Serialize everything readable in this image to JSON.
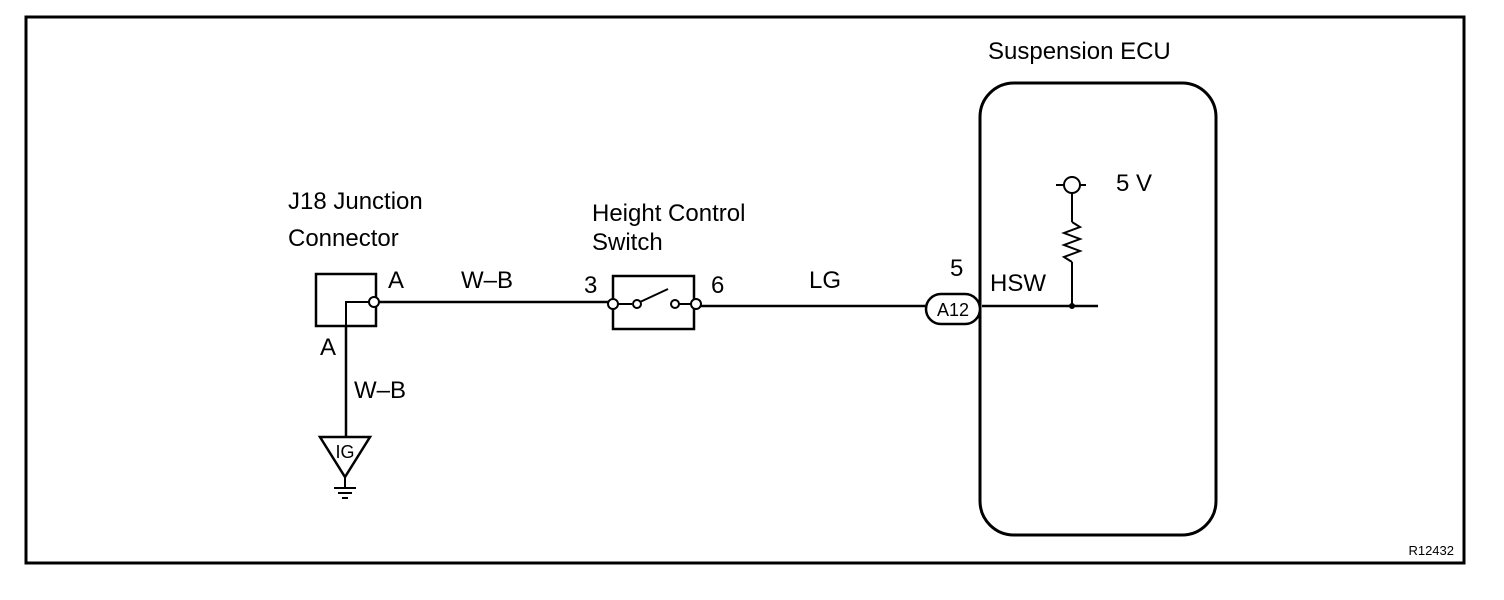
{
  "ecu": {
    "title": "Suspension ECU",
    "voltage": "5 V",
    "terminal_name": "HSW"
  },
  "junction": {
    "line1": "J18 Junction",
    "line2": "Connector",
    "pin_right": "A",
    "pin_bottom": "A"
  },
  "switch": {
    "line1": "Height Control",
    "line2": "Switch",
    "pin_left": "3",
    "pin_right": "6"
  },
  "wires": {
    "junction_to_switch": "W–B",
    "switch_to_ecu": "LG",
    "junction_to_ground": "W–B"
  },
  "connector": {
    "pin": "5",
    "id": "A12"
  },
  "ground": {
    "label": "IG"
  },
  "figure_code": "R12432"
}
